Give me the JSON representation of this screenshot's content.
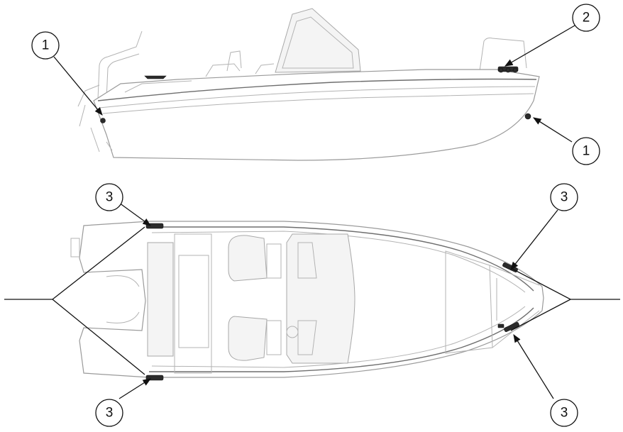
{
  "callouts": {
    "side_bow_left": "1",
    "side_stern_right": "1",
    "side_cleat_top": "2",
    "plan_top_left": "3",
    "plan_bottom_left": "3",
    "plan_top_right": "3",
    "plan_bottom_right": "3"
  }
}
